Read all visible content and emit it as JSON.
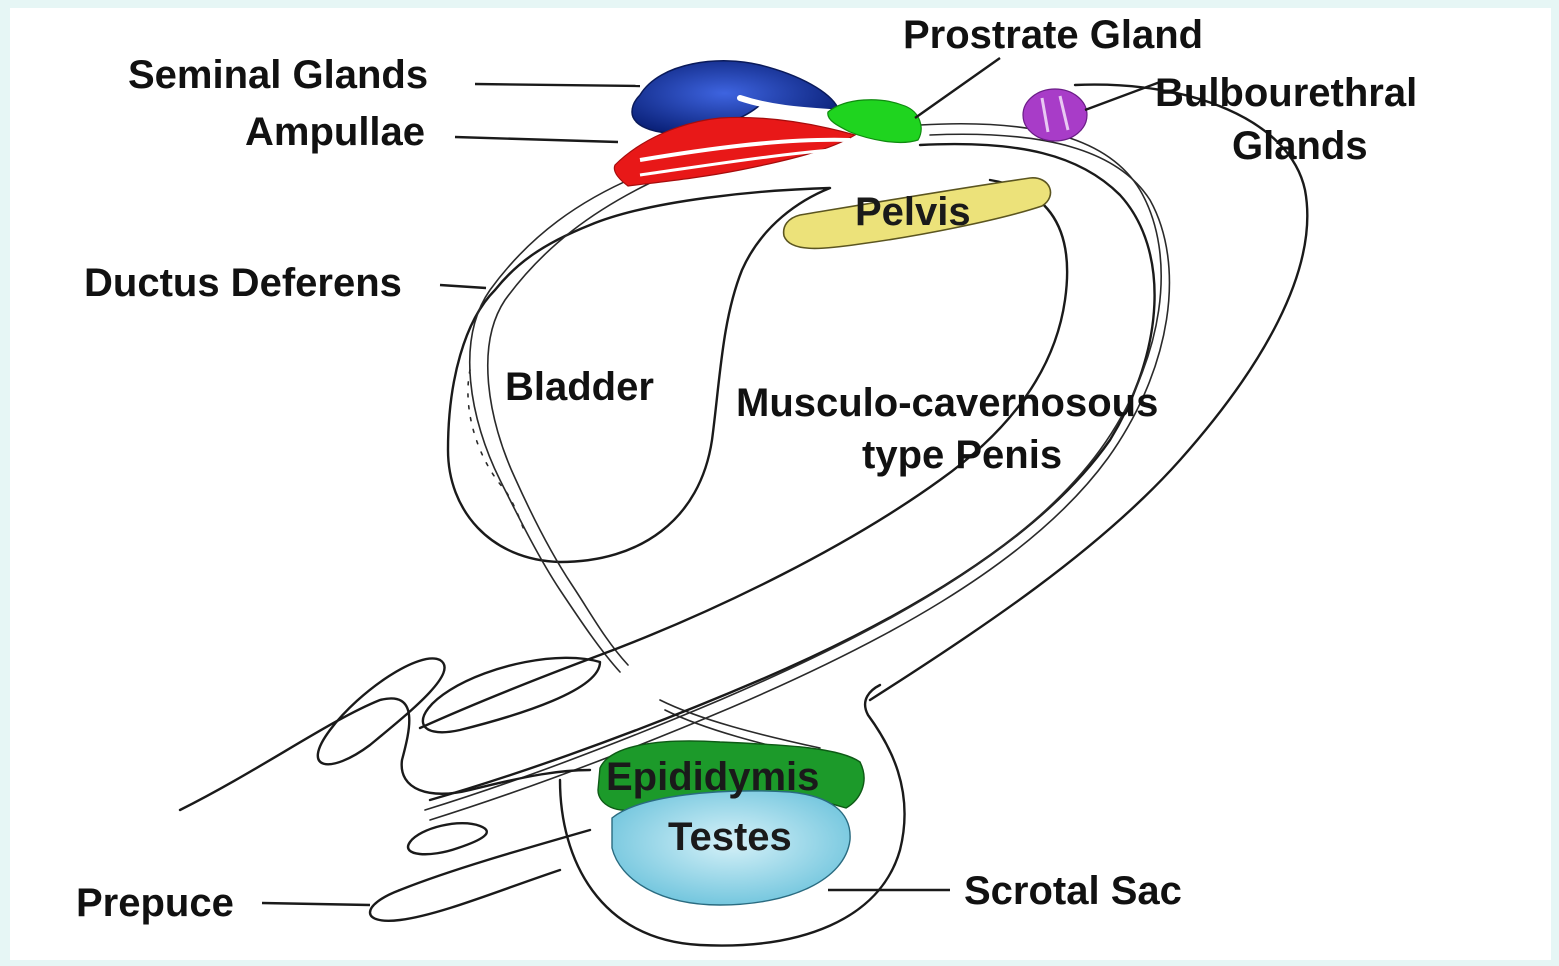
{
  "labels": {
    "seminal_glands": "Seminal Glands",
    "prostrate_gland": "Prostrate Gland",
    "ampullae": "Ampullae",
    "bulbourethral_line1": "Bulbourethral",
    "bulbourethral_line2": "Glands",
    "pelvis": "Pelvis",
    "ductus_deferens": "Ductus Deferens",
    "bladder": "Bladder",
    "penis_line1": "Musculo-cavernosous",
    "penis_line2": "type Penis",
    "epididymis": "Epididymis",
    "testes": "Testes",
    "prepuce": "Prepuce",
    "scrotal_sac": "Scrotal Sac"
  },
  "colors": {
    "background": "#e6f6f5",
    "panel": "#ffffff",
    "seminal_glands": "#0d2a8c",
    "ampullae": "#e81818",
    "prostrate_gland": "#1fd41f",
    "bulbourethral_glands": "#a83cc8",
    "pelvis": "#ece27a",
    "epididymis": "#1c9a2a",
    "testes": "#8fd3e6"
  }
}
